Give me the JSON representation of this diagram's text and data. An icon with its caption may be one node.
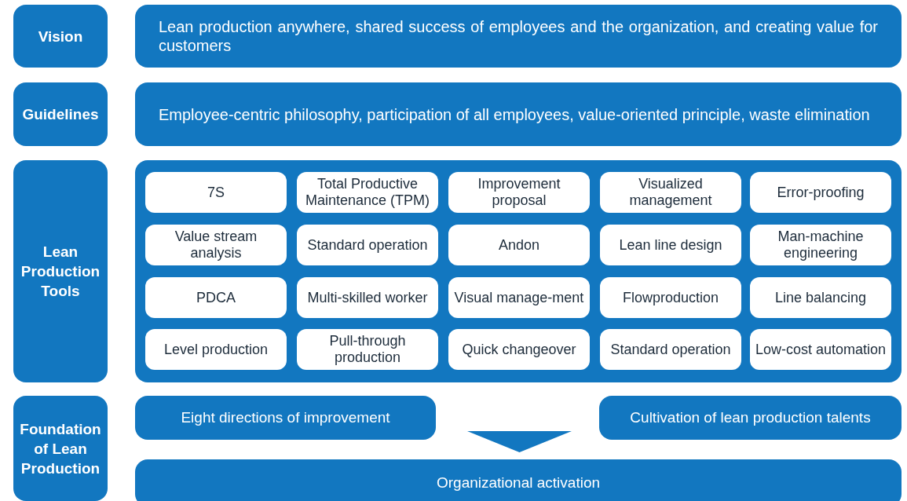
{
  "diagram": {
    "nodes": [
      {
        "text": [
          "Vision"
        ]
      },
      {
        "text": [
          "Lean production anywhere, shared success of employees and the organization, and creating value for customers"
        ]
      },
      {
        "text": [
          "Guidelines"
        ]
      },
      {
        "text": [
          "Employee-centric philosophy, participation of all employees, value-oriented principle, waste elimination"
        ]
      },
      {
        "text": [
          "Lean Production Tools"
        ]
      },
      {
        "text": [],
        "shape": "box"
      },
      {
        "text": [
          "7S"
        ],
        "in": 5
      },
      {
        "text": [
          "Total Productive Maintenance (TPM)"
        ],
        "in": 5
      },
      {
        "text": [
          "Improvement proposal"
        ],
        "in": 5
      },
      {
        "text": [
          "Visualized management"
        ],
        "in": 5
      },
      {
        "text": [
          "Error-proofing"
        ],
        "in": 5
      },
      {
        "text": [
          "Value stream analysis"
        ],
        "in": 5
      },
      {
        "text": [
          "Standard operation"
        ],
        "in": 5
      },
      {
        "text": [
          "Andon"
        ],
        "in": 5
      },
      {
        "text": [
          "Lean line design"
        ],
        "in": 5
      },
      {
        "text": [
          "Man-machine engineering"
        ],
        "in": 5
      },
      {
        "text": [
          "PDCA"
        ],
        "in": 5
      },
      {
        "text": [
          "Multi-skilled worker"
        ],
        "in": 5
      },
      {
        "text": [
          "Visual manage-ment"
        ],
        "in": 5
      },
      {
        "text": [
          "Flowproduction"
        ],
        "in": 5
      },
      {
        "text": [
          "Line balancing"
        ],
        "in": 5
      },
      {
        "text": [
          "Level production"
        ],
        "in": 5
      },
      {
        "text": [
          "Pull-through production"
        ],
        "in": 5
      },
      {
        "text": [
          "Quick changeover"
        ],
        "in": 5
      },
      {
        "text": [
          "Standard operation"
        ],
        "in": 5
      },
      {
        "text": [
          "Low-cost automation"
        ],
        "in": 5
      },
      {
        "text": [
          "Foundation of Lean Production"
        ]
      },
      {
        "text": [
          "Eight directions of improvement"
        ]
      },
      {
        "text": [
          "Cultivation of lean production talents"
        ]
      },
      {
        "text": [],
        "shape": "triangle"
      },
      {
        "text": [
          "Organizational activation"
        ]
      }
    ]
  }
}
